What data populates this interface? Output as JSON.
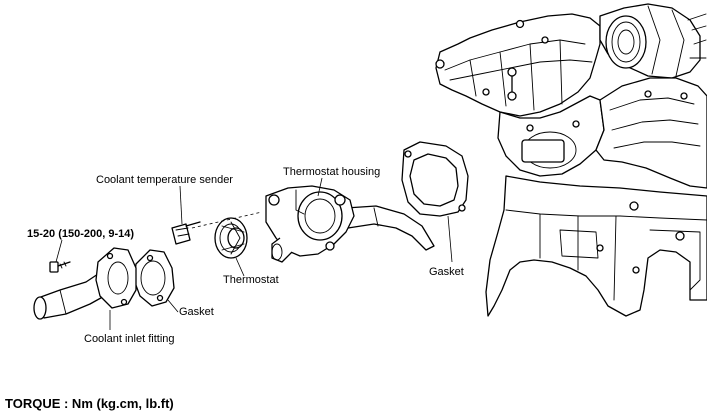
{
  "labels": {
    "sender": "Coolant temperature sender",
    "housing": "Thermostat housing",
    "torque_spec": "15-20 (150-200, 9-14)",
    "thermostat": "Thermostat",
    "gasket_right": "Gasket",
    "gasket_left": "Gasket",
    "inlet_fitting": "Coolant inlet fitting"
  },
  "footer": {
    "torque_units": "TORQUE : Nm (kg.cm, lb.ft)"
  }
}
